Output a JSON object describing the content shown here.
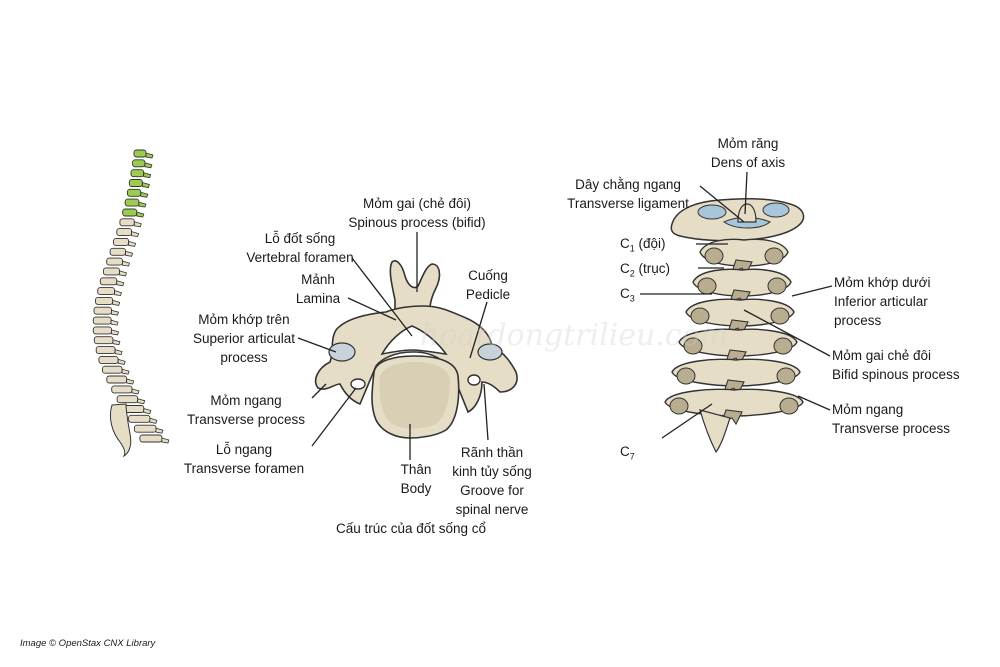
{
  "colors": {
    "bone": "#e6ddc6",
    "bone_shadow": "#b9ad90",
    "outline": "#333333",
    "cervical_highlight": "#9ccc4f",
    "ligament": "#a8c6da",
    "leader": "#222222"
  },
  "watermark": "hoatdongtrilieu.com",
  "caption": "Cấu trúc của đốt sống cổ",
  "credit": "Image © OpenStax CNX Library",
  "left_labels": {
    "spinous": [
      "Mỏm gai (chẻ đôi)",
      "Spinous process (bifid)"
    ],
    "vertebral_foramen": [
      "Lỗ đốt sống",
      "Vertebral foramen"
    ],
    "lamina": [
      "Mảnh",
      "Lamina"
    ],
    "pedicle": [
      "Cuống",
      "Pedicle"
    ],
    "superior_articular": [
      "Mỏm khớp trên",
      "Superior articulat",
      "process"
    ],
    "transverse_process": [
      "Mỏm ngang",
      "Transverse process"
    ],
    "transverse_foramen": [
      "Lỗ ngang",
      "Transverse foramen"
    ],
    "body": [
      "Thân",
      "Body"
    ],
    "groove": [
      "Rãnh thần",
      "kinh tủy sống",
      "Groove for",
      "spinal nerve"
    ]
  },
  "right_labels": {
    "dens": [
      "Mỏm răng",
      "Dens of axis"
    ],
    "transverse_ligament": [
      "Dây chằng ngang",
      "Transverse ligament"
    ],
    "c1": {
      "main": "C",
      "sub": "1",
      "rest": " (đội)"
    },
    "c2": {
      "main": "C",
      "sub": "2",
      "rest": " (trục)"
    },
    "c3": {
      "main": "C",
      "sub": "3",
      "rest": ""
    },
    "c7": {
      "main": "C",
      "sub": "7",
      "rest": ""
    },
    "inferior_articular": [
      "Mỏm khớp dưới",
      "Inferior articular",
      "process"
    ],
    "bifid_spinous": [
      "Mỏm gai chẻ đôi",
      "Bifid spinous process"
    ],
    "transverse_process": [
      "Mỏm ngang",
      "Transverse process"
    ]
  }
}
